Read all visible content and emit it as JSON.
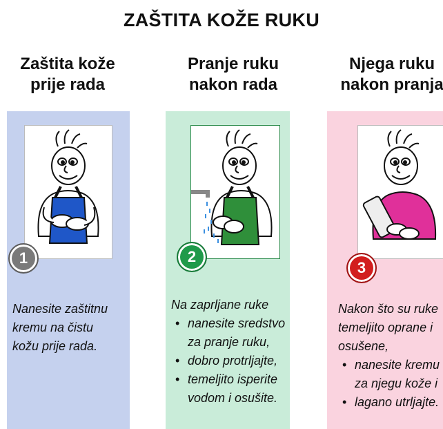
{
  "title": "ZAŠTITA KOŽE RUKU",
  "columns": [
    {
      "heading_line1": "Zaštita kože",
      "heading_line2": "prije rada",
      "number": "1",
      "intro_lines": [
        "Nanesite zaštitnu",
        "kremu na čistu",
        "kožu prije rada."
      ],
      "bullets": []
    },
    {
      "heading_line1": "Pranje ruku",
      "heading_line2": "nakon rada",
      "number": "2",
      "intro_lines": [
        "Na zaprljane  ruke"
      ],
      "bullets": [
        [
          "nanesite sredstvo",
          "za pranje ruku,"
        ],
        [
          "dobro protrljajte,"
        ],
        [
          "temeljito isperite",
          "vodom i osušite."
        ]
      ]
    },
    {
      "heading_line1": "Njega ruku",
      "heading_line2": "nakon pranja",
      "number": "3",
      "intro_lines": [
        "Nakon što su ruke",
        "temeljito oprane i",
        "osušene,"
      ],
      "bullets": [
        [
          "nanesite kremu",
          "za njegu kože i"
        ],
        [
          "lagano utrljajte."
        ]
      ]
    }
  ],
  "colors": {
    "panel1": "#c5d1ee",
    "panel2": "#c9ecd9",
    "panel3": "#fad3df",
    "badge1": "#7a7a7a",
    "badge2": "#1f9a4a",
    "badge3": "#d21e1e",
    "apron_blue": "#1f57c8",
    "apron_green": "#2f8f3a",
    "shirt_pink": "#e0309a"
  },
  "icons": [
    "worker-applying-cream-icon",
    "worker-washing-hands-icon",
    "worker-care-cream-icon"
  ]
}
